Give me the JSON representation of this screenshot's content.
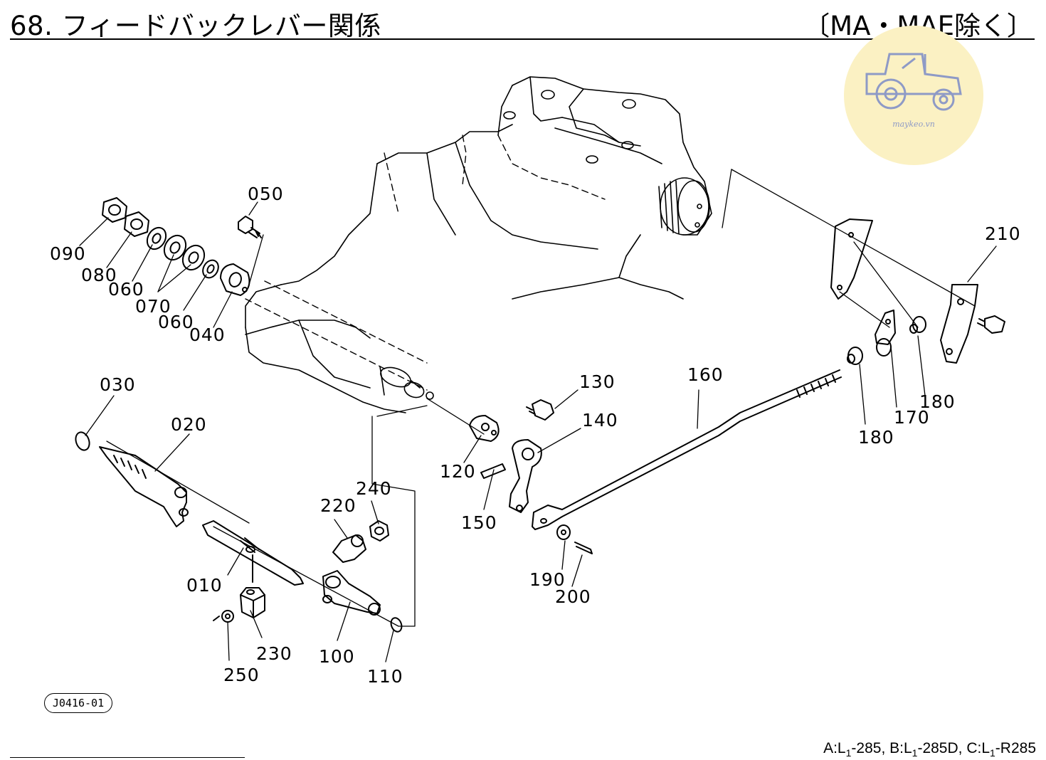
{
  "header": {
    "title": "68. フィードバックレバー関係",
    "subtitle": "〔MA・MAE除く〕"
  },
  "watermark": {
    "text": "maykeo.vn",
    "color": "#fbf1c3",
    "icon": "tractor-icon"
  },
  "drawing_id": "J0416-01",
  "footer": {
    "a_prefix": "A:L",
    "a_sub": "1",
    "a_suffix": "-285,",
    "b_prefix": " B:L",
    "b_sub": "1",
    "b_suffix": "-285D,",
    "c_prefix": " C:L",
    "c_sub": "1",
    "c_suffix": "-R285"
  },
  "parts": [
    {
      "id": "010"
    },
    {
      "id": "020"
    },
    {
      "id": "030"
    },
    {
      "id": "040"
    },
    {
      "id": "050"
    },
    {
      "id": "060"
    },
    {
      "id": "060"
    },
    {
      "id": "070"
    },
    {
      "id": "080"
    },
    {
      "id": "090"
    },
    {
      "id": "100"
    },
    {
      "id": "110"
    },
    {
      "id": "120"
    },
    {
      "id": "130"
    },
    {
      "id": "140"
    },
    {
      "id": "150"
    },
    {
      "id": "160"
    },
    {
      "id": "170"
    },
    {
      "id": "180"
    },
    {
      "id": "180"
    },
    {
      "id": "190"
    },
    {
      "id": "200"
    },
    {
      "id": "210"
    },
    {
      "id": "220"
    },
    {
      "id": "230"
    },
    {
      "id": "240"
    },
    {
      "id": "250"
    }
  ]
}
